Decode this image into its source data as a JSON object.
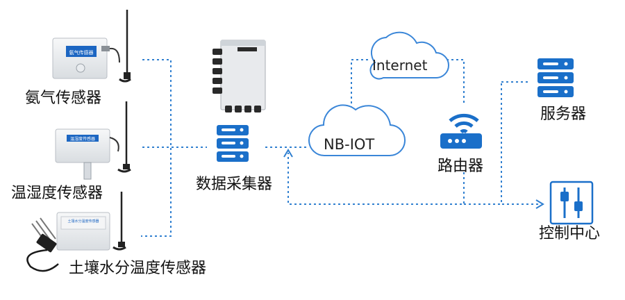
{
  "colors": {
    "accent": "#1a6fc9",
    "connector": "#2f7fd0",
    "cloud_fill": "#ffffff",
    "cloud_stroke": "#3a86d8",
    "device_body": "#eef0f2",
    "device_label": "#1c66c2"
  },
  "sensors": [
    {
      "label": "氨气传感器",
      "icon": "ammonia-sensor-image"
    },
    {
      "label": "温湿度传感器",
      "icon": "temp-humidity-sensor-image"
    },
    {
      "label": "土壤水分温度传感器",
      "icon": "soil-moisture-sensor-image"
    }
  ],
  "collector": {
    "label": "数据采集器",
    "icon": "server-stack-icon"
  },
  "clouds": {
    "nbiot": "NB-IOT",
    "internet": "Internet"
  },
  "router": {
    "label": "路由器",
    "icon": "router-icon"
  },
  "server": {
    "label": "服务器",
    "icon": "server-stack-icon"
  },
  "control": {
    "label": "控制中心",
    "icon": "control-sliders-icon"
  }
}
